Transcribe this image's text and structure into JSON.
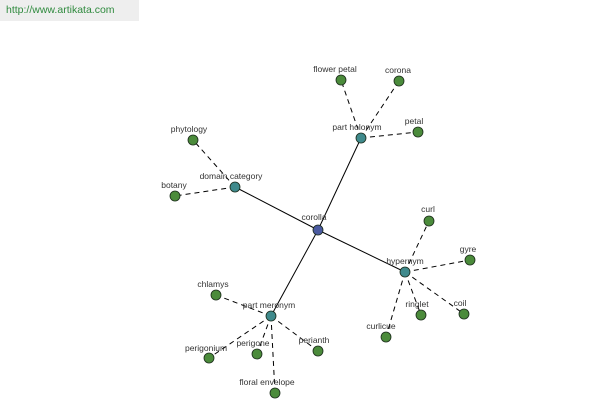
{
  "source": {
    "url": "http://www.artikata.com"
  },
  "colors": {
    "center": "#4a5aa0",
    "relation": "#3f8a8c",
    "leaf": "#4b8b3b",
    "node_stroke": "#1a2a1a",
    "edge": "#000000"
  },
  "graph": {
    "center": {
      "id": "corolla",
      "label": "corolla"
    },
    "relations": [
      {
        "id": "part_holonym",
        "label": "part holonym",
        "leaves": [
          {
            "id": "flower_petal",
            "label": "flower petal"
          },
          {
            "id": "corona",
            "label": "corona"
          },
          {
            "id": "petal",
            "label": "petal"
          }
        ]
      },
      {
        "id": "domain_category",
        "label": "domain category",
        "leaves": [
          {
            "id": "phytology",
            "label": "phytology"
          },
          {
            "id": "botany",
            "label": "botany"
          }
        ]
      },
      {
        "id": "hypernym",
        "label": "hypernym",
        "leaves": [
          {
            "id": "curl",
            "label": "curl"
          },
          {
            "id": "gyre",
            "label": "gyre"
          },
          {
            "id": "ringlet",
            "label": "ringlet"
          },
          {
            "id": "coil",
            "label": "coil"
          },
          {
            "id": "curlicue",
            "label": "curlicue"
          }
        ]
      },
      {
        "id": "part_meronym",
        "label": "part meronym",
        "leaves": [
          {
            "id": "chlamys",
            "label": "chlamys"
          },
          {
            "id": "perigonium",
            "label": "perigonium"
          },
          {
            "id": "perigone",
            "label": "perigone"
          },
          {
            "id": "perianth",
            "label": "perianth"
          },
          {
            "id": "floral_envelope",
            "label": "floral envelope"
          }
        ]
      }
    ]
  }
}
